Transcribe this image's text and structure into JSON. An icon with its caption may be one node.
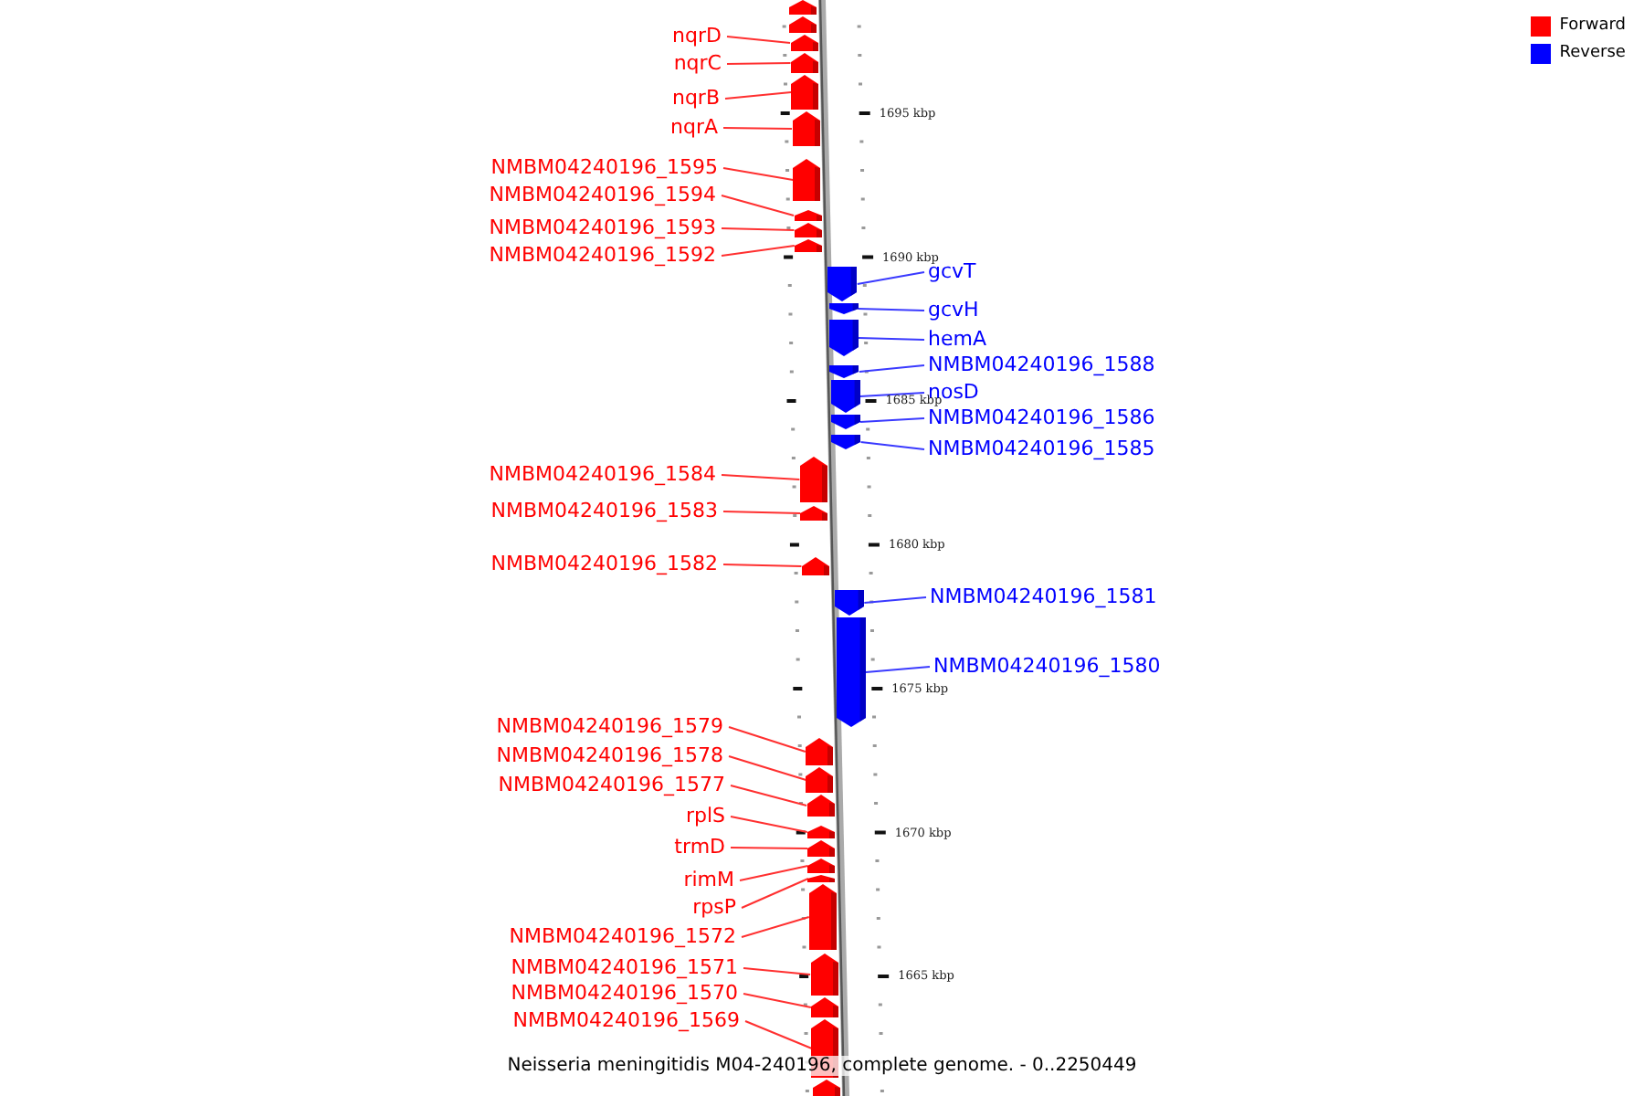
{
  "diagram": {
    "caption": "Neisseria meningitidis M04-240196, complete genome. - 0..2250449",
    "nodes": [
      {
        "text": [],
        "shape": "pentagon"
      },
      {
        "text": [],
        "shape": "pentagon"
      },
      {
        "text": [
          "nqrD"
        ]
      },
      {
        "text": [],
        "shape": "pentagon"
      },
      {
        "text": [
          "nqrC"
        ]
      },
      {
        "text": [],
        "shape": "pentagon"
      },
      {
        "text": [
          "nqrB"
        ]
      },
      {
        "text": [],
        "shape": "pentagon"
      },
      {
        "text": [
          "nqrA"
        ]
      },
      {
        "text": [],
        "shape": "pentagon"
      },
      {
        "text": [
          "NMBM04240196_1595"
        ]
      },
      {
        "text": [],
        "shape": "pentagon"
      },
      {
        "text": [
          "NMBM04240196_1594"
        ]
      },
      {
        "text": [],
        "shape": "pentagon"
      },
      {
        "text": [
          "NMBM04240196_1593"
        ]
      },
      {
        "text": [],
        "shape": "pentagon"
      },
      {
        "text": [
          "NMBM04240196_1592"
        ]
      },
      {
        "text": [],
        "shape": "pentagon"
      },
      {
        "text": [
          "gcvT"
        ]
      },
      {
        "text": [],
        "shape": "pentagon"
      },
      {
        "text": [
          "gcvH"
        ]
      },
      {
        "text": [],
        "shape": "pentagon"
      },
      {
        "text": [
          "hemA"
        ]
      },
      {
        "text": [],
        "shape": "pentagon"
      },
      {
        "text": [
          "NMBM04240196_1588"
        ]
      },
      {
        "text": [],
        "shape": "pentagon"
      },
      {
        "text": [
          "nosD"
        ]
      },
      {
        "text": [],
        "shape": "pentagon"
      },
      {
        "text": [
          "NMBM04240196_1586"
        ]
      },
      {
        "text": [],
        "shape": "pentagon"
      },
      {
        "text": [
          "NMBM04240196_1585"
        ]
      },
      {
        "text": [],
        "shape": "pentagon"
      },
      {
        "text": [
          "NMBM04240196_1584"
        ]
      },
      {
        "text": [],
        "shape": "pentagon"
      },
      {
        "text": [
          "NMBM04240196_1583"
        ]
      },
      {
        "text": [],
        "shape": "pentagon"
      },
      {
        "text": [
          "NMBM04240196_1582"
        ]
      },
      {
        "text": [],
        "shape": "pentagon"
      },
      {
        "text": [
          "NMBM04240196_1581"
        ]
      },
      {
        "text": [],
        "shape": "pentagon"
      },
      {
        "text": [
          "NMBM04240196_1580"
        ]
      },
      {
        "text": [],
        "shape": "pentagon"
      },
      {
        "text": [
          "NMBM04240196_1579"
        ]
      },
      {
        "text": [],
        "shape": "pentagon"
      },
      {
        "text": [
          "NMBM04240196_1578"
        ]
      },
      {
        "text": [],
        "shape": "pentagon"
      },
      {
        "text": [
          "NMBM04240196_1577"
        ]
      },
      {
        "text": [],
        "shape": "pentagon"
      },
      {
        "text": [
          "rplS"
        ]
      },
      {
        "text": [],
        "shape": "pentagon"
      },
      {
        "text": [
          "trmD"
        ]
      },
      {
        "text": [],
        "shape": "pentagon"
      },
      {
        "text": [
          "rimM"
        ]
      },
      {
        "text": [],
        "shape": "pentagon"
      },
      {
        "text": [
          "rpsP"
        ]
      },
      {
        "text": [],
        "shape": "pentagon"
      },
      {
        "text": [
          "NMBM04240196_1572"
        ]
      },
      {
        "text": [],
        "shape": "pentagon"
      },
      {
        "text": [
          "NMBM04240196_1571"
        ]
      },
      {
        "text": [],
        "shape": "pentagon"
      },
      {
        "text": [
          "NMBM04240196_1570"
        ]
      },
      {
        "text": [],
        "shape": "pentagon"
      },
      {
        "text": [
          "NMBM04240196_1569"
        ]
      },
      {
        "text": [],
        "shape": "pentagon"
      },
      {
        "text": [],
        "shape": "pentagon"
      }
    ],
    "edges": [
      {
        "from": 2,
        "to": 3,
        "arrow": "none"
      },
      {
        "from": 4,
        "to": 5,
        "arrow": "none"
      },
      {
        "from": 6,
        "to": 7,
        "arrow": "none"
      },
      {
        "from": 8,
        "to": 9,
        "arrow": "none"
      },
      {
        "from": 10,
        "to": 11,
        "arrow": "none"
      },
      {
        "from": 12,
        "to": 13,
        "arrow": "none"
      },
      {
        "from": 14,
        "to": 15,
        "arrow": "none"
      },
      {
        "from": 16,
        "to": 17,
        "arrow": "none"
      },
      {
        "from": 18,
        "to": 19,
        "arrow": "none",
        "color": "#3a3aff"
      },
      {
        "from": 20,
        "to": 21,
        "arrow": "none",
        "color": "#3a3aff"
      },
      {
        "from": 22,
        "to": 23,
        "arrow": "none",
        "color": "#3a3aff"
      },
      {
        "from": 24,
        "to": 25,
        "arrow": "none",
        "color": "#3a3aff"
      },
      {
        "from": 26,
        "to": 27,
        "arrow": "none",
        "color": "#3a3aff"
      },
      {
        "from": 28,
        "to": 29,
        "arrow": "none",
        "color": "#3a3aff"
      },
      {
        "from": 30,
        "to": 31,
        "arrow": "none",
        "color": "#3a3aff"
      },
      {
        "from": 32,
        "to": 33,
        "arrow": "none"
      },
      {
        "from": 34,
        "to": 35,
        "arrow": "none"
      },
      {
        "from": 36,
        "to": 37,
        "arrow": "none"
      },
      {
        "from": 38,
        "to": 39,
        "arrow": "none",
        "color": "#3a3aff"
      },
      {
        "from": 40,
        "to": 41,
        "arrow": "none",
        "color": "#3a3aff"
      },
      {
        "from": 42,
        "to": 43,
        "arrow": "none"
      },
      {
        "from": 44,
        "to": 45,
        "arrow": "none"
      },
      {
        "from": 46,
        "to": 47,
        "arrow": "none"
      },
      {
        "from": 48,
        "to": 49,
        "arrow": "none"
      },
      {
        "from": 50,
        "to": 51,
        "arrow": "none"
      },
      {
        "from": 52,
        "to": 53,
        "arrow": "none"
      },
      {
        "from": 54,
        "to": 55,
        "arrow": "none"
      },
      {
        "from": 56,
        "to": 57,
        "arrow": "none"
      },
      {
        "from": 58,
        "to": 59,
        "arrow": "none"
      },
      {
        "from": 60,
        "to": 61,
        "arrow": "none"
      },
      {
        "from": 62,
        "to": 63,
        "arrow": "none"
      }
    ],
    "labels": [
      "1695 kbp",
      "1690 kbp",
      "1685 kbp",
      "1680 kbp",
      "1675 kbp",
      "1670 kbp",
      "1665 kbp"
    ],
    "legend": [
      {
        "text": "Forward",
        "color": "#ff0000"
      },
      {
        "text": "Reverse",
        "color": "#0000ff"
      }
    ]
  }
}
